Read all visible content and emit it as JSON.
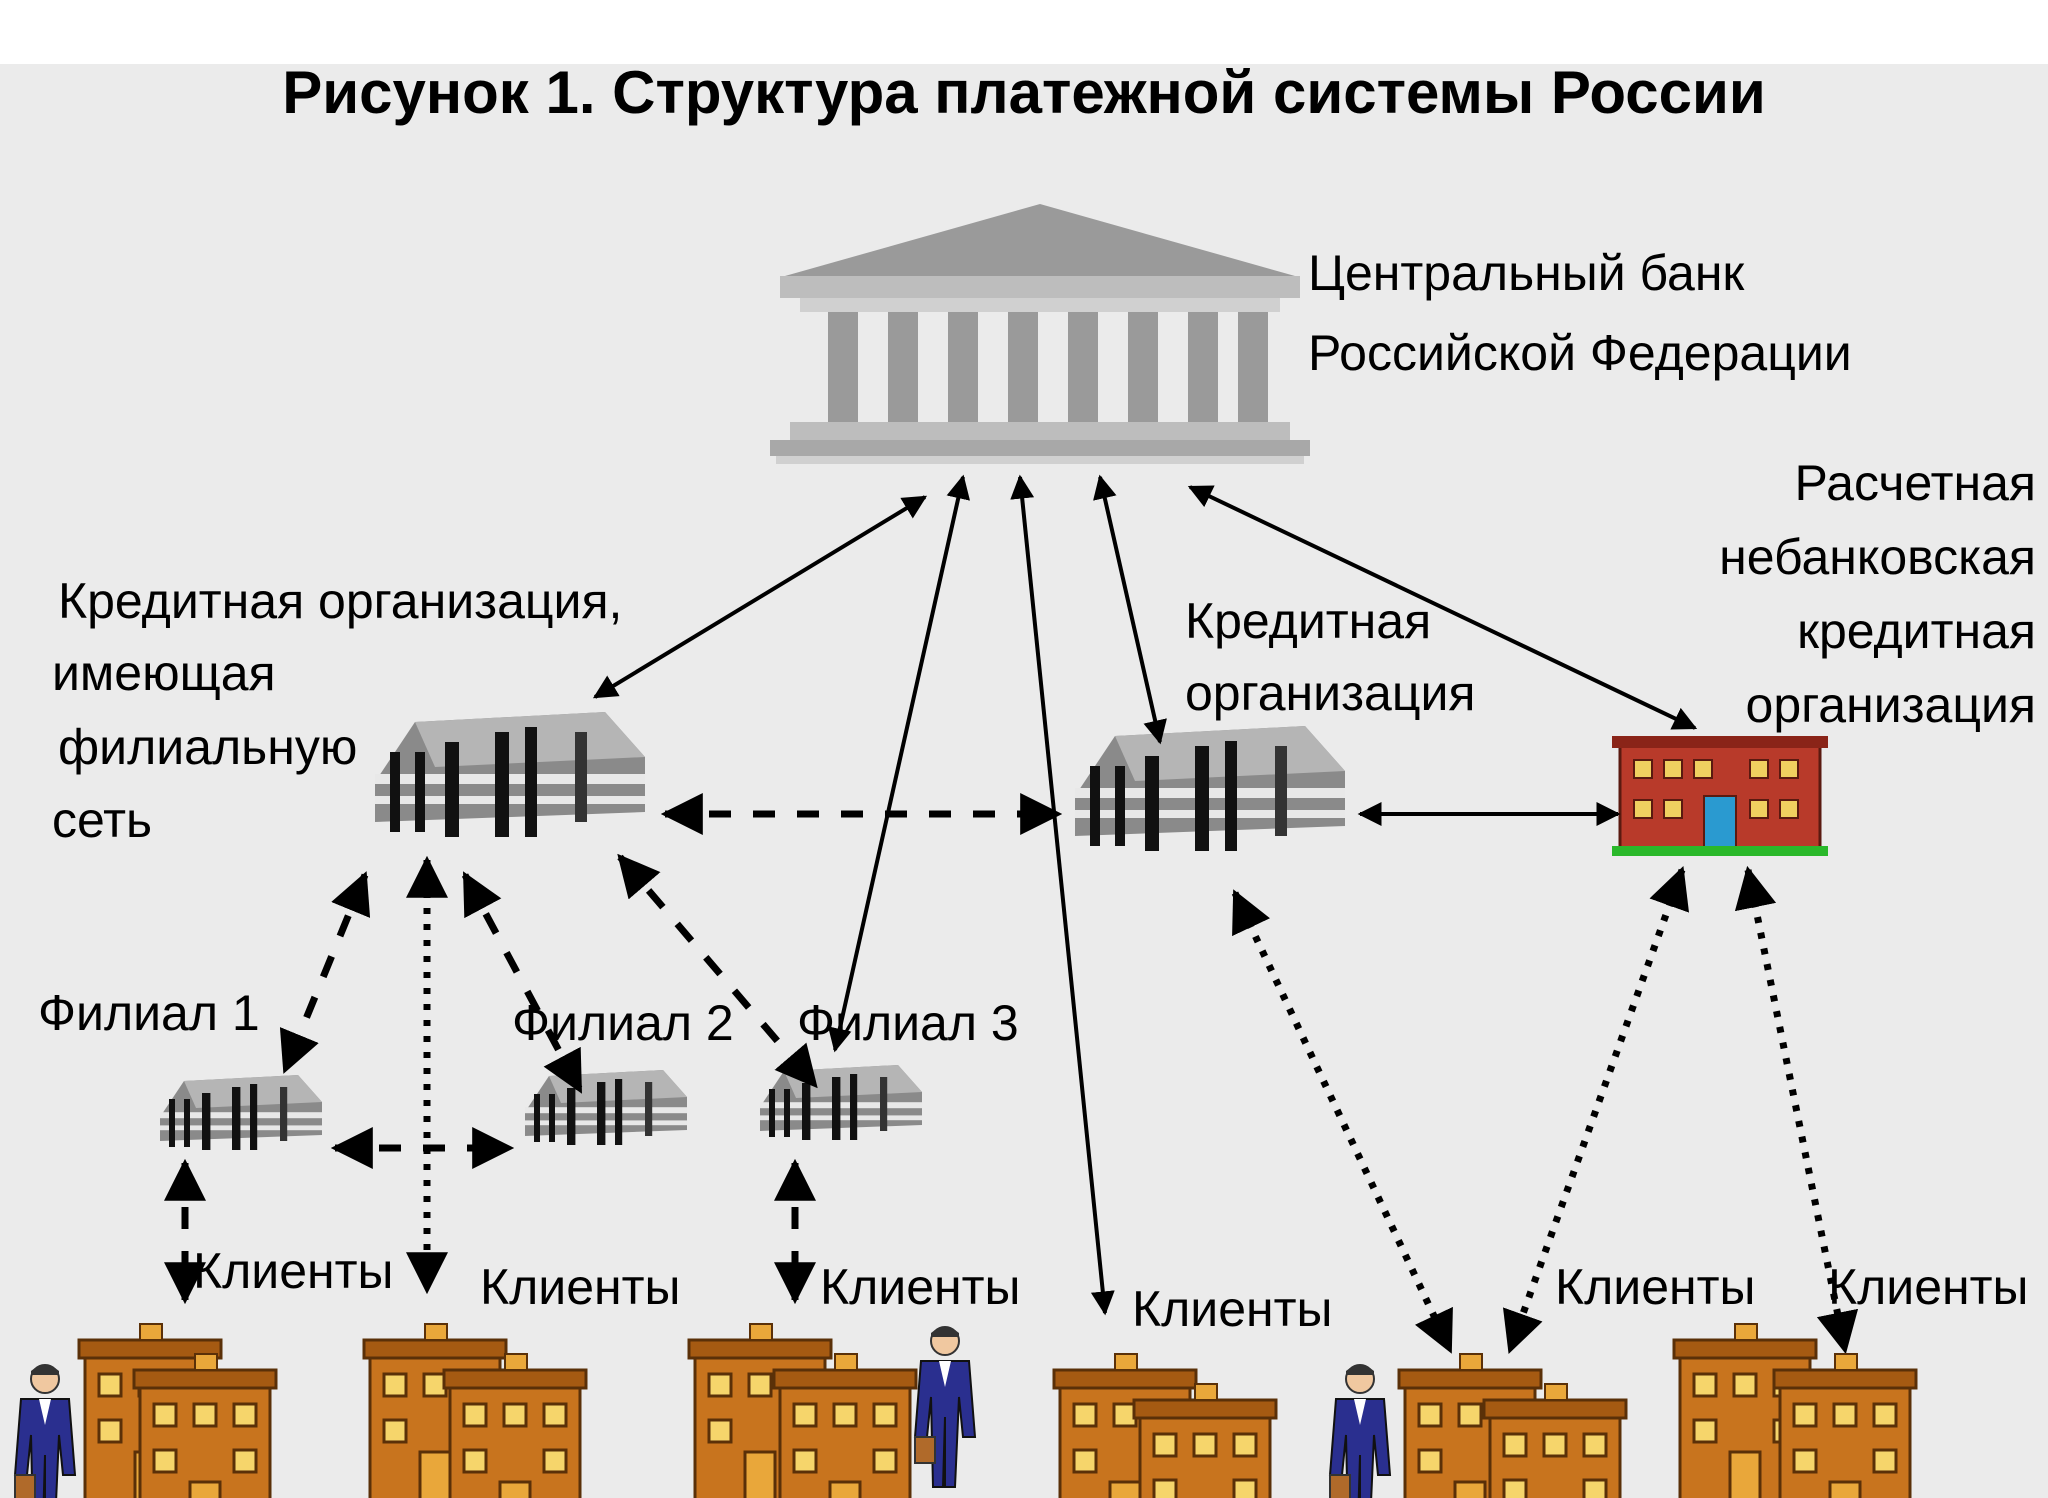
{
  "title": "Рисунок 1. Структура платежной системы России",
  "nodes": {
    "central_bank": [
      "Центральный банк",
      "Российской Федерации"
    ],
    "credit_org_branches": [
      "Кредитная организация,",
      "имеющая",
      "филиальную",
      "сеть"
    ],
    "credit_org": [
      "Кредитная",
      "организация"
    ],
    "nonbank_credit_org": [
      "Расчетная",
      "небанковская",
      "кредитная",
      "организация"
    ],
    "branch_1": "Филиал 1",
    "branch_2": "Филиал 2",
    "branch_3": "Филиал 3",
    "clients": [
      "Клиенты",
      "Клиенты",
      "Клиенты",
      "Клиенты",
      "Клиенты",
      "Клиенты"
    ]
  },
  "colors": {
    "background": "#ebebeb",
    "bank_gray": "#9a9a9a",
    "house_orange": "#c8741e",
    "nonbank_red": "#b83a2a",
    "person_blue": "#2a2f8f"
  }
}
